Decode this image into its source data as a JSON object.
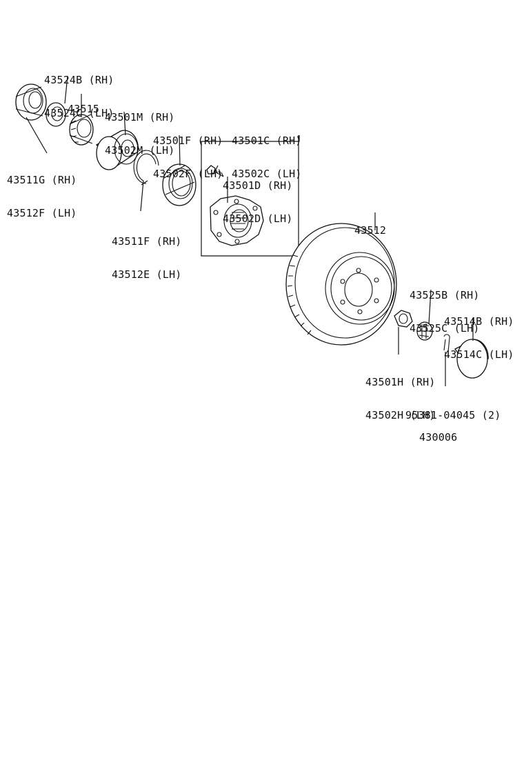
{
  "diagram_id": "430006",
  "callouts": [
    {
      "key": "c_43524",
      "lines": [
        "43524B (RH)",
        "43524C (LH)"
      ]
    },
    {
      "key": "c_43515",
      "lines": [
        "43515"
      ]
    },
    {
      "key": "c_43501M",
      "lines": [
        "43501M (RH)",
        "43502M (LH)"
      ]
    },
    {
      "key": "c_43501F",
      "lines": [
        "43501F (RH)",
        "43502F (LH)"
      ]
    },
    {
      "key": "c_43501C",
      "lines": [
        "43501C (RH)",
        "43502C (LH)"
      ]
    },
    {
      "key": "c_43501D",
      "lines": [
        "43501D (RH)",
        "43502D (LH)"
      ]
    },
    {
      "key": "c_43511G",
      "lines": [
        "43511G (RH)",
        "43512F (LH)"
      ]
    },
    {
      "key": "c_43511F",
      "lines": [
        "43511F (RH)",
        "43512E (LH)"
      ]
    },
    {
      "key": "c_43512",
      "lines": [
        "43512"
      ]
    },
    {
      "key": "c_43525",
      "lines": [
        "43525B (RH)",
        "43525C (LH)"
      ]
    },
    {
      "key": "c_43514",
      "lines": [
        "43514B (RH)",
        "43514C (LH)"
      ]
    },
    {
      "key": "c_43501H",
      "lines": [
        "43501H (RH)",
        "43502H (LH)"
      ]
    },
    {
      "key": "c_95381",
      "lines": [
        "95381-04045 (2)"
      ]
    }
  ]
}
